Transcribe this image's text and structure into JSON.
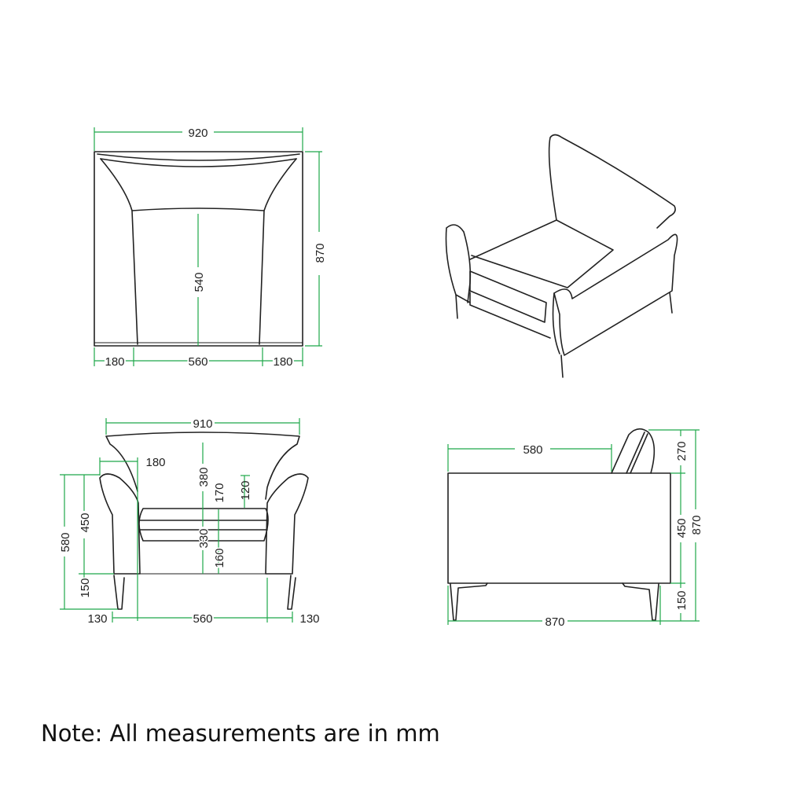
{
  "top_view": {
    "width_total": "920",
    "depth_total": "870",
    "seat_depth": "540",
    "arm_left": "180",
    "seat_width": "560",
    "arm_right": "180"
  },
  "front_view": {
    "width_total": "910",
    "arm_width": "180",
    "back_height": "380",
    "cushion_height": "170",
    "arm_over_seat": "120",
    "seat_height": "330",
    "seat_base": "160",
    "arm_height_total": "580",
    "body_height": "450",
    "leg_height": "150",
    "leg_left": "130",
    "seat_width": "560",
    "leg_right": "130"
  },
  "side_view": {
    "seat_depth": "580",
    "depth_total": "870",
    "back_height": "270",
    "body_height": "450",
    "leg_height": "150",
    "height_total": "870"
  },
  "note": "Note: All measurements are in mm",
  "colors": {
    "dimension": "#1fa84a",
    "outline": "#222222"
  }
}
